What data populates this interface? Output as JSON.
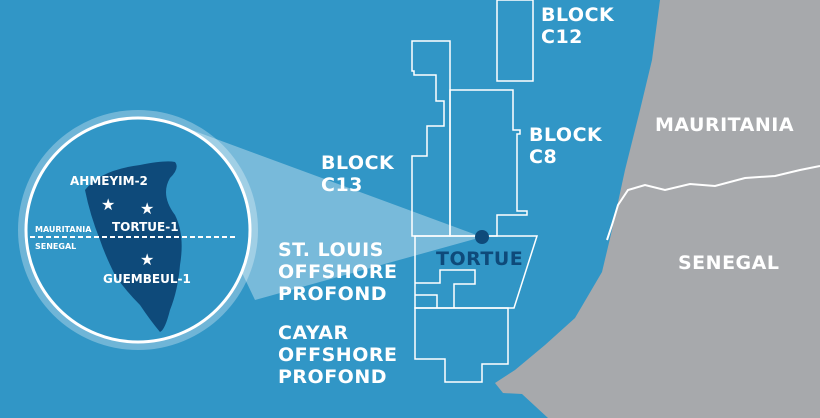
{
  "blocks": {
    "c12": "BLOCK\nC12",
    "c8": "BLOCK\nC8",
    "c13": "BLOCK\nC13",
    "st_louis": "ST. LOUIS\nOFFSHORE\nPROFOND",
    "cayar": "CAYAR\nOFFSHORE\nPROFOND"
  },
  "countries": {
    "mauritania": "MAURITANIA",
    "senegal": "SENEGAL"
  },
  "field": "TORTUE",
  "inset": {
    "wells": [
      "AHMEYIM-2",
      "TORTUE-1",
      "GUEMBEUL-1"
    ],
    "north": "MAURITANIA",
    "south": "SENEGAL"
  },
  "colors": {
    "sea": "#3196c6",
    "land": "#a7a9ac",
    "field": "#0e4a7a"
  }
}
